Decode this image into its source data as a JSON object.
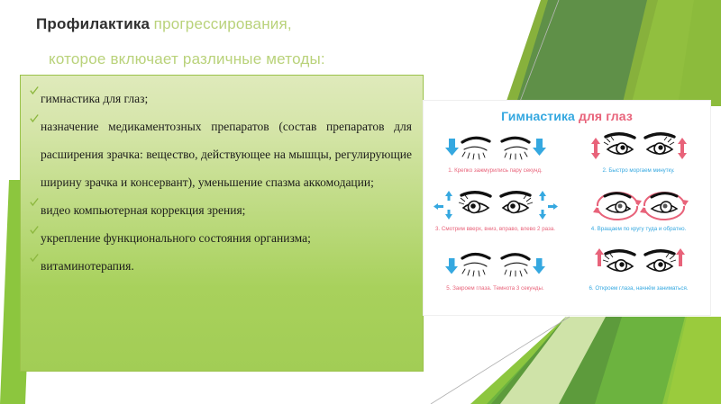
{
  "slide": {
    "title": {
      "strong": "Профилактика",
      "light_part1": "прогрессирования,",
      "light_part2": "которое включает различные методы:"
    },
    "bullets": [
      {
        "text": "гимнастика для глаз;",
        "justified": false
      },
      {
        "text": "назначение медикаментозных препаратов (состав препаратов для расширения зрачка: вещество, действующее на мышцы, регулирующие ширину зрачка и консервант), уменьшение спазма аккомодации;",
        "justified": true
      },
      {
        "text": "видео компьютерная коррекция зрения;",
        "justified": false
      },
      {
        "text": "укрепление функционального состояния организма;",
        "justified": false
      },
      {
        "text": "витаминотерапия.",
        "justified": false
      }
    ],
    "bullet_icon": "check-icon"
  },
  "eye_card": {
    "title_blue": "Гимнастика",
    "title_pink": "для глаз",
    "panels": [
      {
        "caption": "1. Крепко зажмурились пару секунд.",
        "color": "pink",
        "eyes": "closed",
        "arrows": "down-sides",
        "arrow_color": "#35a8e0"
      },
      {
        "caption": "2. Быстро моргаем минутку.",
        "color": "blue",
        "eyes": "open",
        "arrows": "up-down-sides",
        "arrow_color": "#e8637a"
      },
      {
        "caption": "3. Смотрим вверх, вниз, вправо, влево 2 раза.",
        "color": "pink",
        "eyes": "open",
        "arrows": "four-way",
        "arrow_color": "#35a8e0"
      },
      {
        "caption": "4. Вращаем по кругу туда и обратно.",
        "color": "blue",
        "eyes": "open",
        "arrows": "circular",
        "arrow_color": "#e8637a"
      },
      {
        "caption": "5. Закроем глаза. Темнота 3 секунды.",
        "color": "pink",
        "eyes": "closed",
        "arrows": "down-sides",
        "arrow_color": "#35a8e0"
      },
      {
        "caption": "6. Откроем глаза, начнём заниматься.",
        "color": "blue",
        "eyes": "open",
        "arrows": "up-sides",
        "arrow_color": "#e8637a"
      }
    ]
  },
  "colors": {
    "accent_green": "#9ac24a",
    "title_light_green": "#b9d27a",
    "box_top": "#dfeabb",
    "box_bottom": "#a2cd55",
    "blue": "#35a8e0",
    "pink": "#e8637a"
  }
}
